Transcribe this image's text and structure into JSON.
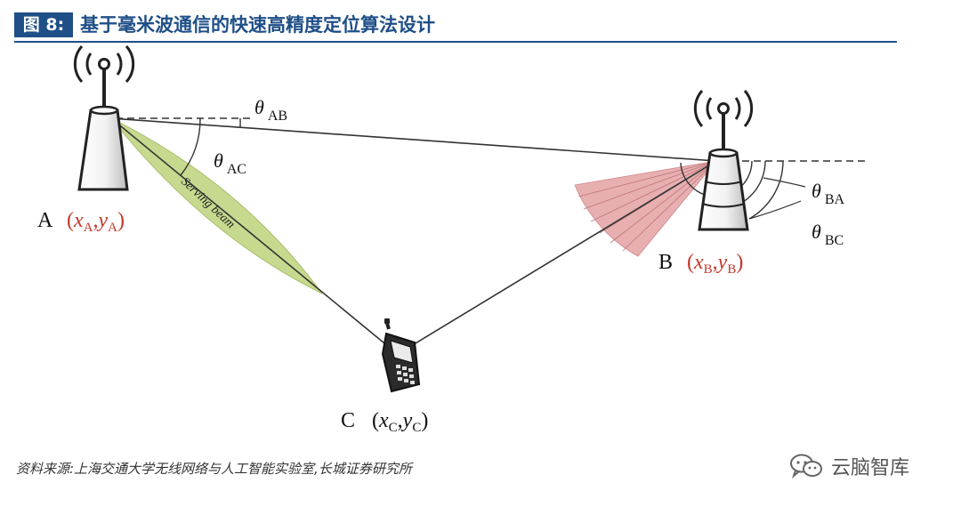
{
  "header": {
    "figure_label": "图 8:",
    "title": "基于毫米波通信的快速高精度定位算法设计"
  },
  "diagram": {
    "node_a": {
      "name": "A",
      "coords": "(x_A,y_A)"
    },
    "node_b": {
      "name": "B",
      "coords": "(x_B,y_B)"
    },
    "node_c": {
      "name": "C",
      "coords": "(x_C,y_C)"
    },
    "angles": {
      "ab": {
        "symbol": "θ",
        "sub": "AB"
      },
      "ac": {
        "symbol": "θ",
        "sub": "AC"
      },
      "ba": {
        "symbol": "θ",
        "sub": "BA"
      },
      "bc": {
        "symbol": "θ",
        "sub": "BC"
      }
    },
    "beam_label": "Serving beam",
    "coord_a": {
      "open": "(",
      "x": "x",
      "xsub": "A",
      "comma": ",",
      "y": "y",
      "ysub": "A",
      "close": ")"
    },
    "coord_b": {
      "open": "(",
      "x": "x",
      "xsub": "B",
      "comma": ",",
      "y": "y",
      "ysub": "B",
      "close": ")"
    },
    "coord_c": {
      "open": "(",
      "x": "x",
      "xsub": "C",
      "comma": ",",
      "y": "y",
      "ysub": "C",
      "close": ")"
    },
    "colors": {
      "beam_fill": "#c6d98e",
      "sector_fill": "#e7a9ab",
      "coord_red": "#c0392b",
      "line": "#333333"
    }
  },
  "footer": {
    "source": "资料来源:上海交通大学无线网络与人工智能实验室,长城证券研究所",
    "watermark": "云脑智库",
    "watermark_icon": "wechat-icon"
  }
}
